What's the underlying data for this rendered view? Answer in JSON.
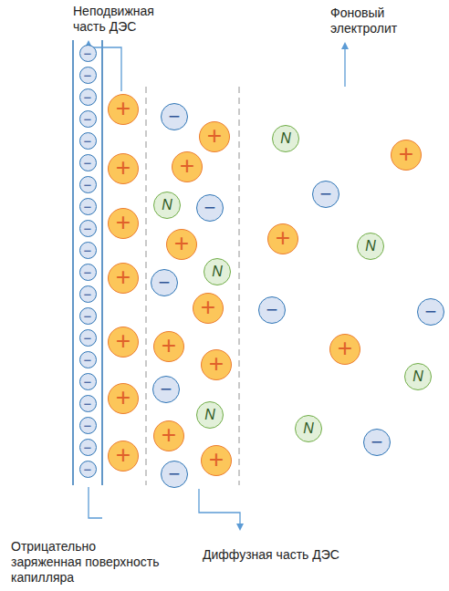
{
  "diagram": {
    "nodes": [
      {
        "text": [
          "−"
        ]
      },
      {
        "text": [
          "−"
        ]
      },
      {
        "text": [
          "−"
        ]
      },
      {
        "text": [
          "−"
        ]
      },
      {
        "text": [
          "−"
        ]
      },
      {
        "text": [
          "−"
        ]
      },
      {
        "text": [
          "−"
        ]
      },
      {
        "text": [
          "−"
        ]
      },
      {
        "text": [
          "−"
        ]
      },
      {
        "text": [
          "−"
        ]
      },
      {
        "text": [
          "−"
        ]
      },
      {
        "text": [
          "−"
        ]
      },
      {
        "text": [
          "−"
        ]
      },
      {
        "text": [
          "−"
        ]
      },
      {
        "text": [
          "−"
        ]
      },
      {
        "text": [
          "−"
        ]
      },
      {
        "text": [
          "−"
        ]
      },
      {
        "text": [
          "−"
        ]
      },
      {
        "text": [
          "−"
        ]
      },
      {
        "text": [
          "−"
        ]
      },
      {
        "text": [
          "+"
        ]
      },
      {
        "text": [
          "+"
        ]
      },
      {
        "text": [
          "+"
        ]
      },
      {
        "text": [
          "+"
        ]
      },
      {
        "text": [
          "+"
        ]
      },
      {
        "text": [
          "+"
        ]
      },
      {
        "text": [
          "+"
        ]
      },
      {
        "text": [
          "−"
        ]
      },
      {
        "text": [
          "+"
        ]
      },
      {
        "text": [
          "+"
        ]
      },
      {
        "text": [
          "N"
        ]
      },
      {
        "text": [
          "−"
        ]
      },
      {
        "text": [
          "+"
        ]
      },
      {
        "text": [
          "N"
        ]
      },
      {
        "text": [
          "−"
        ]
      },
      {
        "text": [
          "+"
        ]
      },
      {
        "text": [
          "+"
        ]
      },
      {
        "text": [
          "+"
        ]
      },
      {
        "text": [
          "−"
        ]
      },
      {
        "text": [
          "N"
        ]
      },
      {
        "text": [
          "+"
        ]
      },
      {
        "text": [
          "+"
        ]
      },
      {
        "text": [
          "−"
        ]
      },
      {
        "text": [
          "N"
        ]
      },
      {
        "text": [
          "+"
        ]
      },
      {
        "text": [
          "−"
        ]
      },
      {
        "text": [
          "+"
        ]
      },
      {
        "text": [
          "N"
        ]
      },
      {
        "text": [
          "−"
        ]
      },
      {
        "text": [
          "−"
        ]
      },
      {
        "text": [
          "+"
        ]
      },
      {
        "text": [
          "N"
        ]
      },
      {
        "text": [
          "N"
        ]
      },
      {
        "text": [
          "−"
        ]
      }
    ],
    "labels": [
      "Неподвижная часть ДЭС",
      "Фоновый электролит",
      "Отрицательно заряженная поверхность капилляра",
      "Диффузная часть ДЭС"
    ]
  }
}
